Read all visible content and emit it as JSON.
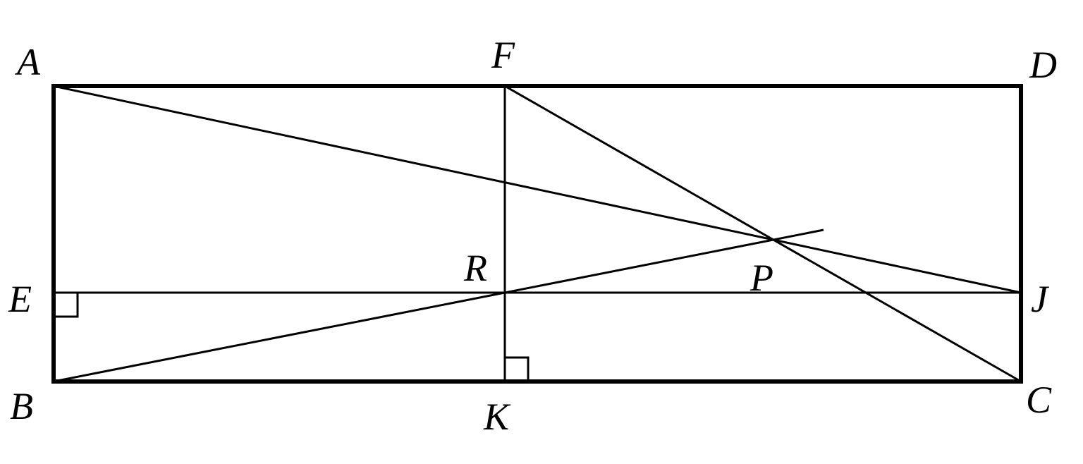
{
  "labels": {
    "A": "A",
    "B": "B",
    "C": "C",
    "D": "D",
    "E": "E",
    "F": "F",
    "J": "J",
    "K": "K",
    "R": "R",
    "P": "P"
  },
  "colors": {
    "stroke": "#000000",
    "background": "#ffffff"
  }
}
